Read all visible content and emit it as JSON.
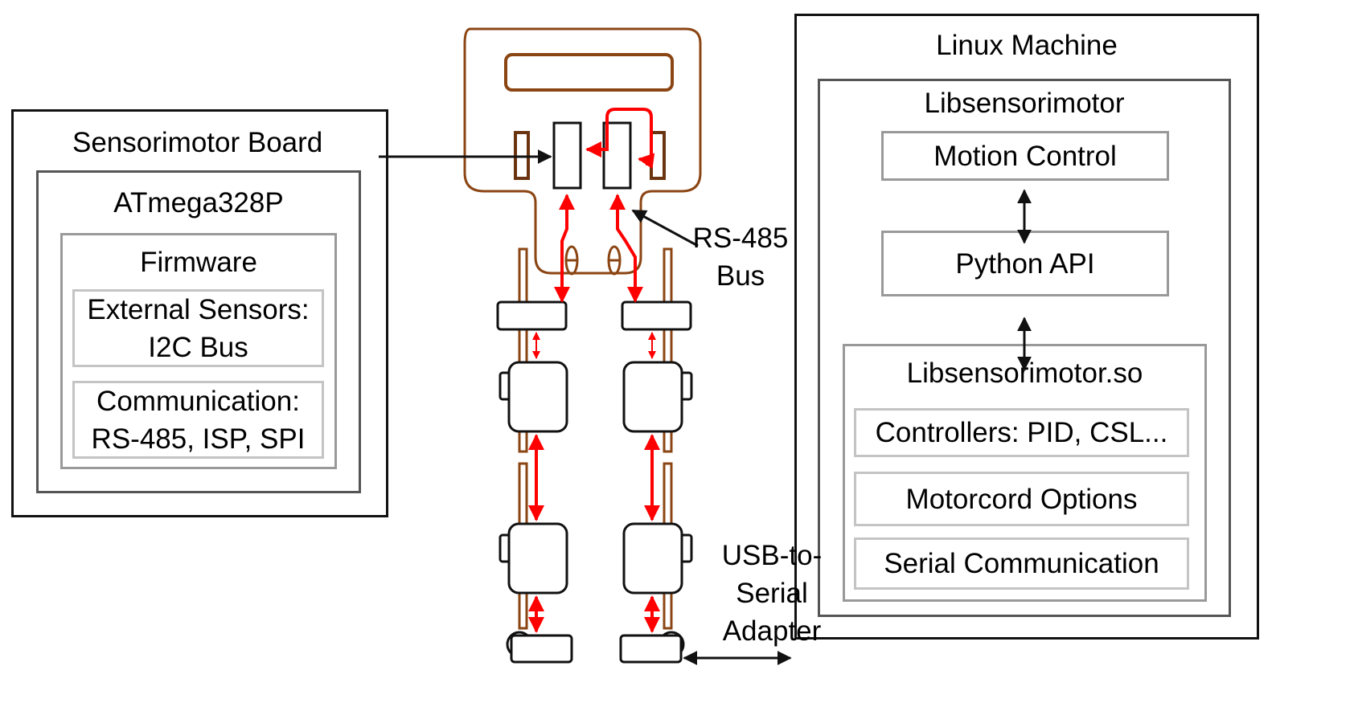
{
  "sensorimotor_board": {
    "title": "Sensorimotor Board",
    "mcu": {
      "title": "ATmega328P",
      "firmware": {
        "title": "Firmware",
        "items": [
          {
            "line1": "External Sensors:",
            "line2": "I2C Bus"
          },
          {
            "line1": "Communication:",
            "line2": "RS-485, ISP, SPI"
          }
        ]
      }
    }
  },
  "robot": {
    "bus_label": {
      "line1": "RS-485",
      "line2": "Bus"
    },
    "adapter_label": {
      "line1": "USB-to-",
      "line2": "Serial",
      "line3": "Adapter"
    }
  },
  "linux_machine": {
    "title": "Linux Machine",
    "lib": {
      "title": "Libsensorimotor",
      "motion_control": "Motion Control",
      "python_api": "Python API",
      "so": {
        "title": "Libsensorimotor.so",
        "items": [
          "Controllers: PID, CSL...",
          "Motorcord Options",
          "Serial Communication"
        ]
      }
    }
  },
  "colors": {
    "robot_frame": "#8B4513",
    "bus_arrows": "#ff0000",
    "outline": "#111111"
  }
}
